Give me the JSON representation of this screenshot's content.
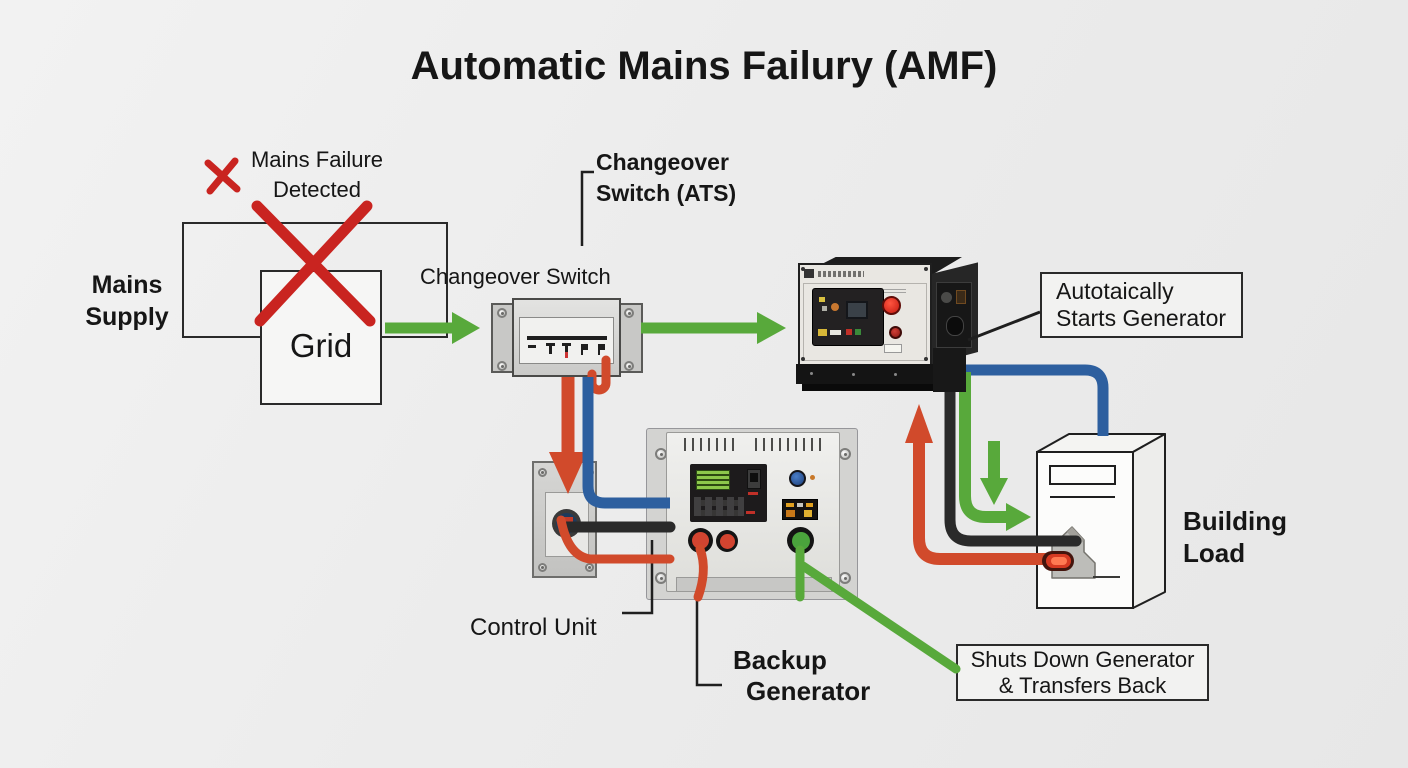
{
  "title": "Automatic Mains Failury (AMF)",
  "colors": {
    "cross_red": "#c92420",
    "arrow_green": "#58a93b",
    "wire_red": "#d14a2b",
    "wire_blue": "#2d5f9f",
    "wire_black": "#2a2a2a",
    "ink": "#1f1f1f"
  },
  "mains_supply": {
    "line1": "Mains",
    "line2": "Supply"
  },
  "grid": {
    "label": "Grid"
  },
  "mains_failure": {
    "line1": "Mains Failure",
    "line2": "Detected"
  },
  "changeover": {
    "switch_label": "Changeover Switch",
    "ats_line1": "Changeover",
    "ats_line2": "Switch (ATS)"
  },
  "auto_start_callout": {
    "line1": "Autotaically",
    "line2": "Starts Generator"
  },
  "control_unit": {
    "label": "Control Unit"
  },
  "backup_generator": {
    "line1": "Backup",
    "line2": "Generator"
  },
  "building_load": {
    "line1": "Building",
    "line2": "Load"
  },
  "shutdown_callout": {
    "line1": "Shuts Down Generator",
    "line2": "& Transfers Back"
  }
}
